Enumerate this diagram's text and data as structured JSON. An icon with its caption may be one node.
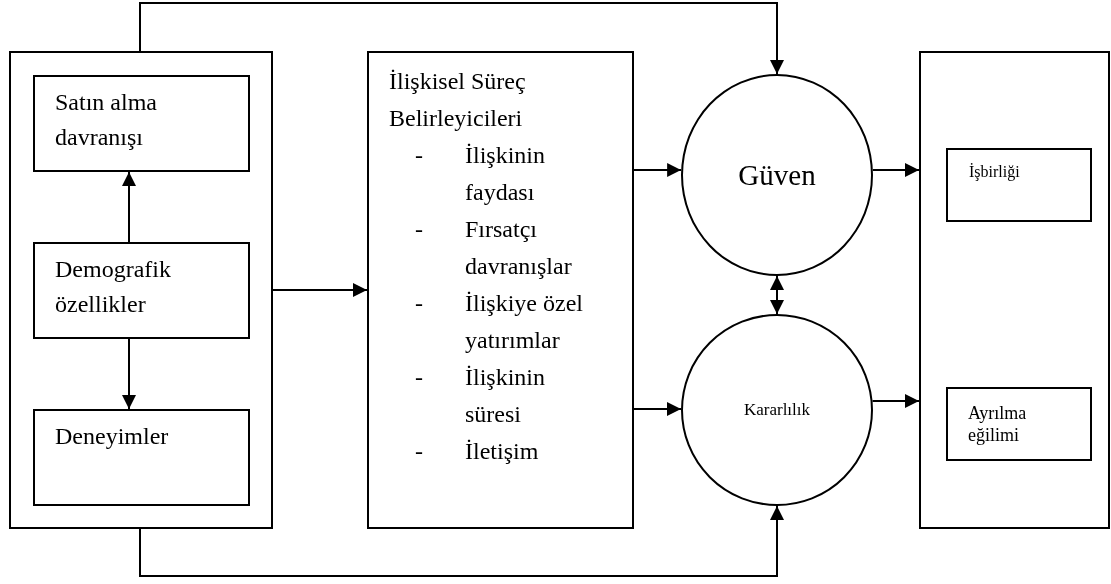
{
  "diagram": {
    "nodes": [
      {
        "text": [],
        "shape": "box"
      },
      {
        "text": [
          "Satın alma davranışı"
        ],
        "in": 0
      },
      {
        "text": [
          "Demografik özellikler"
        ],
        "in": 0
      },
      {
        "text": [
          "Deneyimler"
        ],
        "in": 0
      },
      {
        "text": [
          "İlişkisel Süreç Belirleyicileri",
          "- İlişkinin faydası",
          "- Fırsatçı davranışlar",
          "- İlişkiye özel yatırımlar",
          "- İlişkinin süresi",
          "- İletişim"
        ]
      },
      {
        "text": [
          "Güven"
        ]
      },
      {
        "text": [
          "Kararlılık"
        ]
      },
      {
        "text": [],
        "shape": "box"
      },
      {
        "text": [
          "İşbirliği"
        ],
        "in": 7
      },
      {
        "text": [
          "Ayrılma eğilimi"
        ],
        "in": 7
      }
    ],
    "edges": [
      {
        "from": 0,
        "to": 4,
        "arrow": "to"
      },
      {
        "from": 2,
        "to": 1,
        "arrow": "to"
      },
      {
        "from": 2,
        "to": 3,
        "arrow": "to"
      },
      {
        "from": 4,
        "to": 5,
        "arrow": "to"
      },
      {
        "from": 4,
        "to": 6,
        "arrow": "to"
      },
      {
        "from": 5,
        "to": 6,
        "arrow": "both"
      },
      {
        "from": 5,
        "to": 7,
        "arrow": "to"
      },
      {
        "from": 6,
        "to": 7,
        "arrow": "to"
      },
      {
        "from": 0,
        "to": 5,
        "arrow": "to"
      },
      {
        "from": 0,
        "to": 6,
        "arrow": "to"
      }
    ]
  }
}
